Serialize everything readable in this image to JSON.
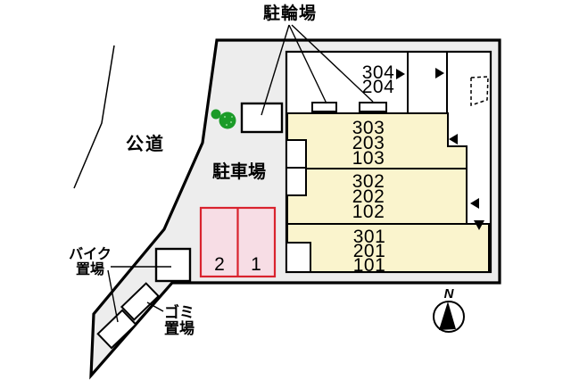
{
  "plan": {
    "labels": {
      "bicycle_parking": "駐輪場",
      "public_road": "公道",
      "parking_lot": "駐車場",
      "bike_storage_line1": "バイク",
      "bike_storage_line2": "置場",
      "garbage_line1": "ゴミ",
      "garbage_line2": "置場",
      "north_mark": "N"
    },
    "unit_stacks": {
      "top": [
        "304",
        "204"
      ],
      "right3": [
        "303",
        "203",
        "103"
      ],
      "right2": [
        "302",
        "202",
        "102"
      ],
      "right1": [
        "301",
        "201",
        "101"
      ]
    },
    "parking_spaces": [
      "2",
      "1"
    ],
    "colors": {
      "site_fill": "#ededed",
      "building_fill": "#ffffff",
      "room_yellow": "#faf4cd",
      "parking_pink": "#f7dde5",
      "parking_red": "#d9232e",
      "tree_green": "#1b9b28",
      "tree_dot": "#7fd285",
      "line_black": "#000000"
    }
  }
}
